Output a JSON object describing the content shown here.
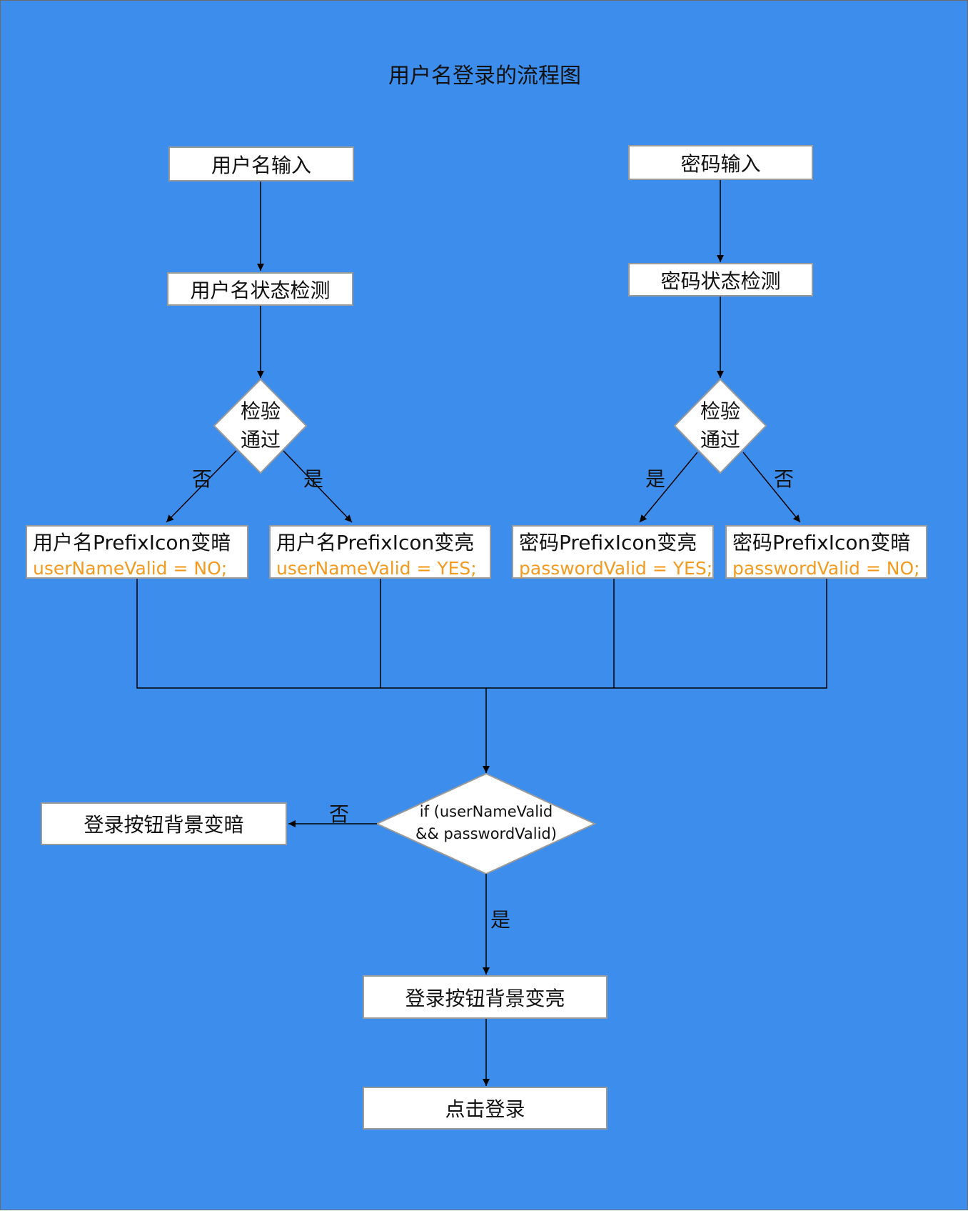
{
  "title": "用户名登录的流程图",
  "nodes": {
    "username_input": "用户名输入",
    "username_check": "用户名状态检测",
    "username_decision": [
      "检验",
      "通过"
    ],
    "username_dark": {
      "title": "用户名PrefixIcon变暗",
      "code": "userNameValid = NO;"
    },
    "username_light": {
      "title": "用户名PrefixIcon变亮",
      "code": "userNameValid = YES;"
    },
    "password_input": "密码输入",
    "password_check": "密码状态检测",
    "password_decision": [
      "检验",
      "通过"
    ],
    "password_light": {
      "title": "密码PrefixIcon变亮",
      "code": "passwordValid = YES;"
    },
    "password_dark": {
      "title": "密码PrefixIcon变暗",
      "code": "passwordValid = NO;"
    },
    "final_decision": [
      "if (userNameValid",
      "&& passwordValid)"
    ],
    "button_dark": "登录按钮背景变暗",
    "button_light": "登录按钮背景变亮",
    "click_login": "点击登录"
  },
  "edge_labels": {
    "username_no": "否",
    "username_yes": "是",
    "password_yes": "是",
    "password_no": "否",
    "final_no": "否",
    "final_yes": "是"
  },
  "colors": {
    "background": "#3d8eec",
    "node_fill": "#ffffff",
    "code_text": "#f39a1e",
    "line": "#000000"
  }
}
